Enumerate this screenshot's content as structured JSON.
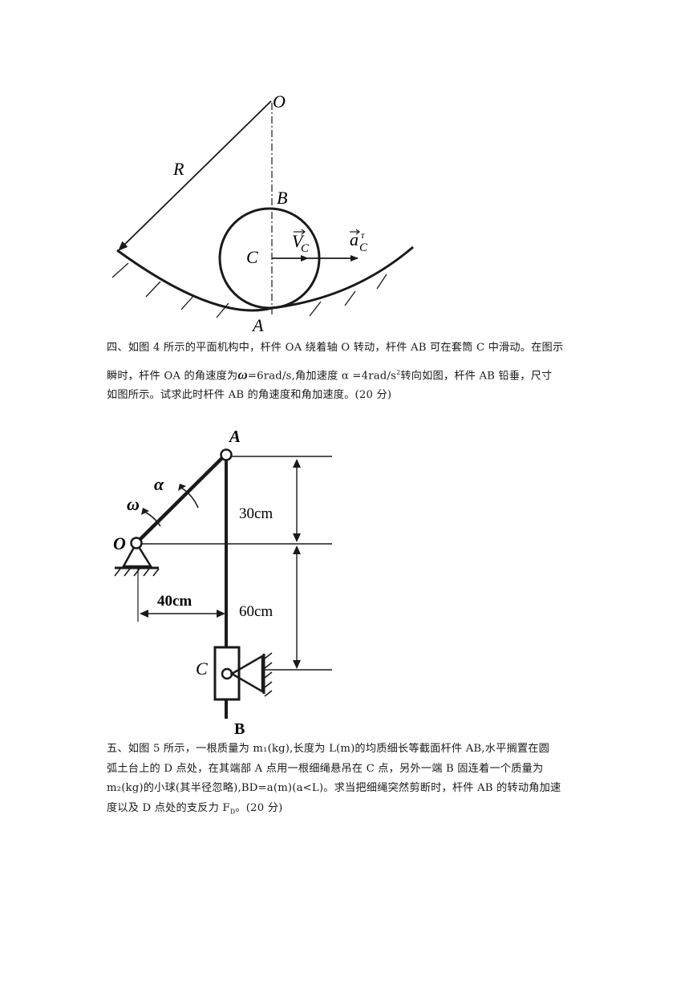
{
  "figure3": {
    "labels": {
      "O": "O",
      "R": "R",
      "B": "B",
      "C": "C",
      "A": "A",
      "vc": "V",
      "vc_sub": "C",
      "ac": "a",
      "ac_sup": "τ",
      "ac_sub": "C"
    }
  },
  "problem4": {
    "line1": "四、如图 4 所示的平面机构中，杆件 OA 绕着轴 O 转动，杆件 AB 可在套筒 C 中滑动。在图示",
    "line2_a": "瞬时，杆件 OA 的角速度为",
    "omega_symbol": "ω",
    "line2_b": "=6rad/s,角加速度 α =4rad/s",
    "line2_sup": "2",
    "line2_c": "转向如图，杆件 AB 铅垂，尺寸",
    "line3": "如图所示。试求此时杆件 AB 的角速度和角加速度。(20 分)"
  },
  "figure4": {
    "labels": {
      "A": "A",
      "alpha": "α",
      "omega": "ω",
      "O": "O",
      "dim_top": "30cm",
      "dim_left": "40cm",
      "dim_bottom": "60cm",
      "C": "C",
      "B": "B"
    }
  },
  "problem5": {
    "line1": "五、如图 5 所示，一根质量为 m₁(kg),长度为 L(m)的均质细长等截面杆件 AB,水平搁置在圆",
    "line2": "弧土台上的 D 点处，在其端部 A 点用一根细绳悬吊在 C 点，另外一端 B 固连着一个质量为",
    "line3": "m₂(kg)的小球(其半径忽略),BD=a(m)(a<L)。求当把细绳突然剪断时，杆件 AB 的转动角加速",
    "line4": "度以及 D 点处的支反力 F",
    "line4_sub": "D",
    "line4_end": "。(20 分)"
  }
}
